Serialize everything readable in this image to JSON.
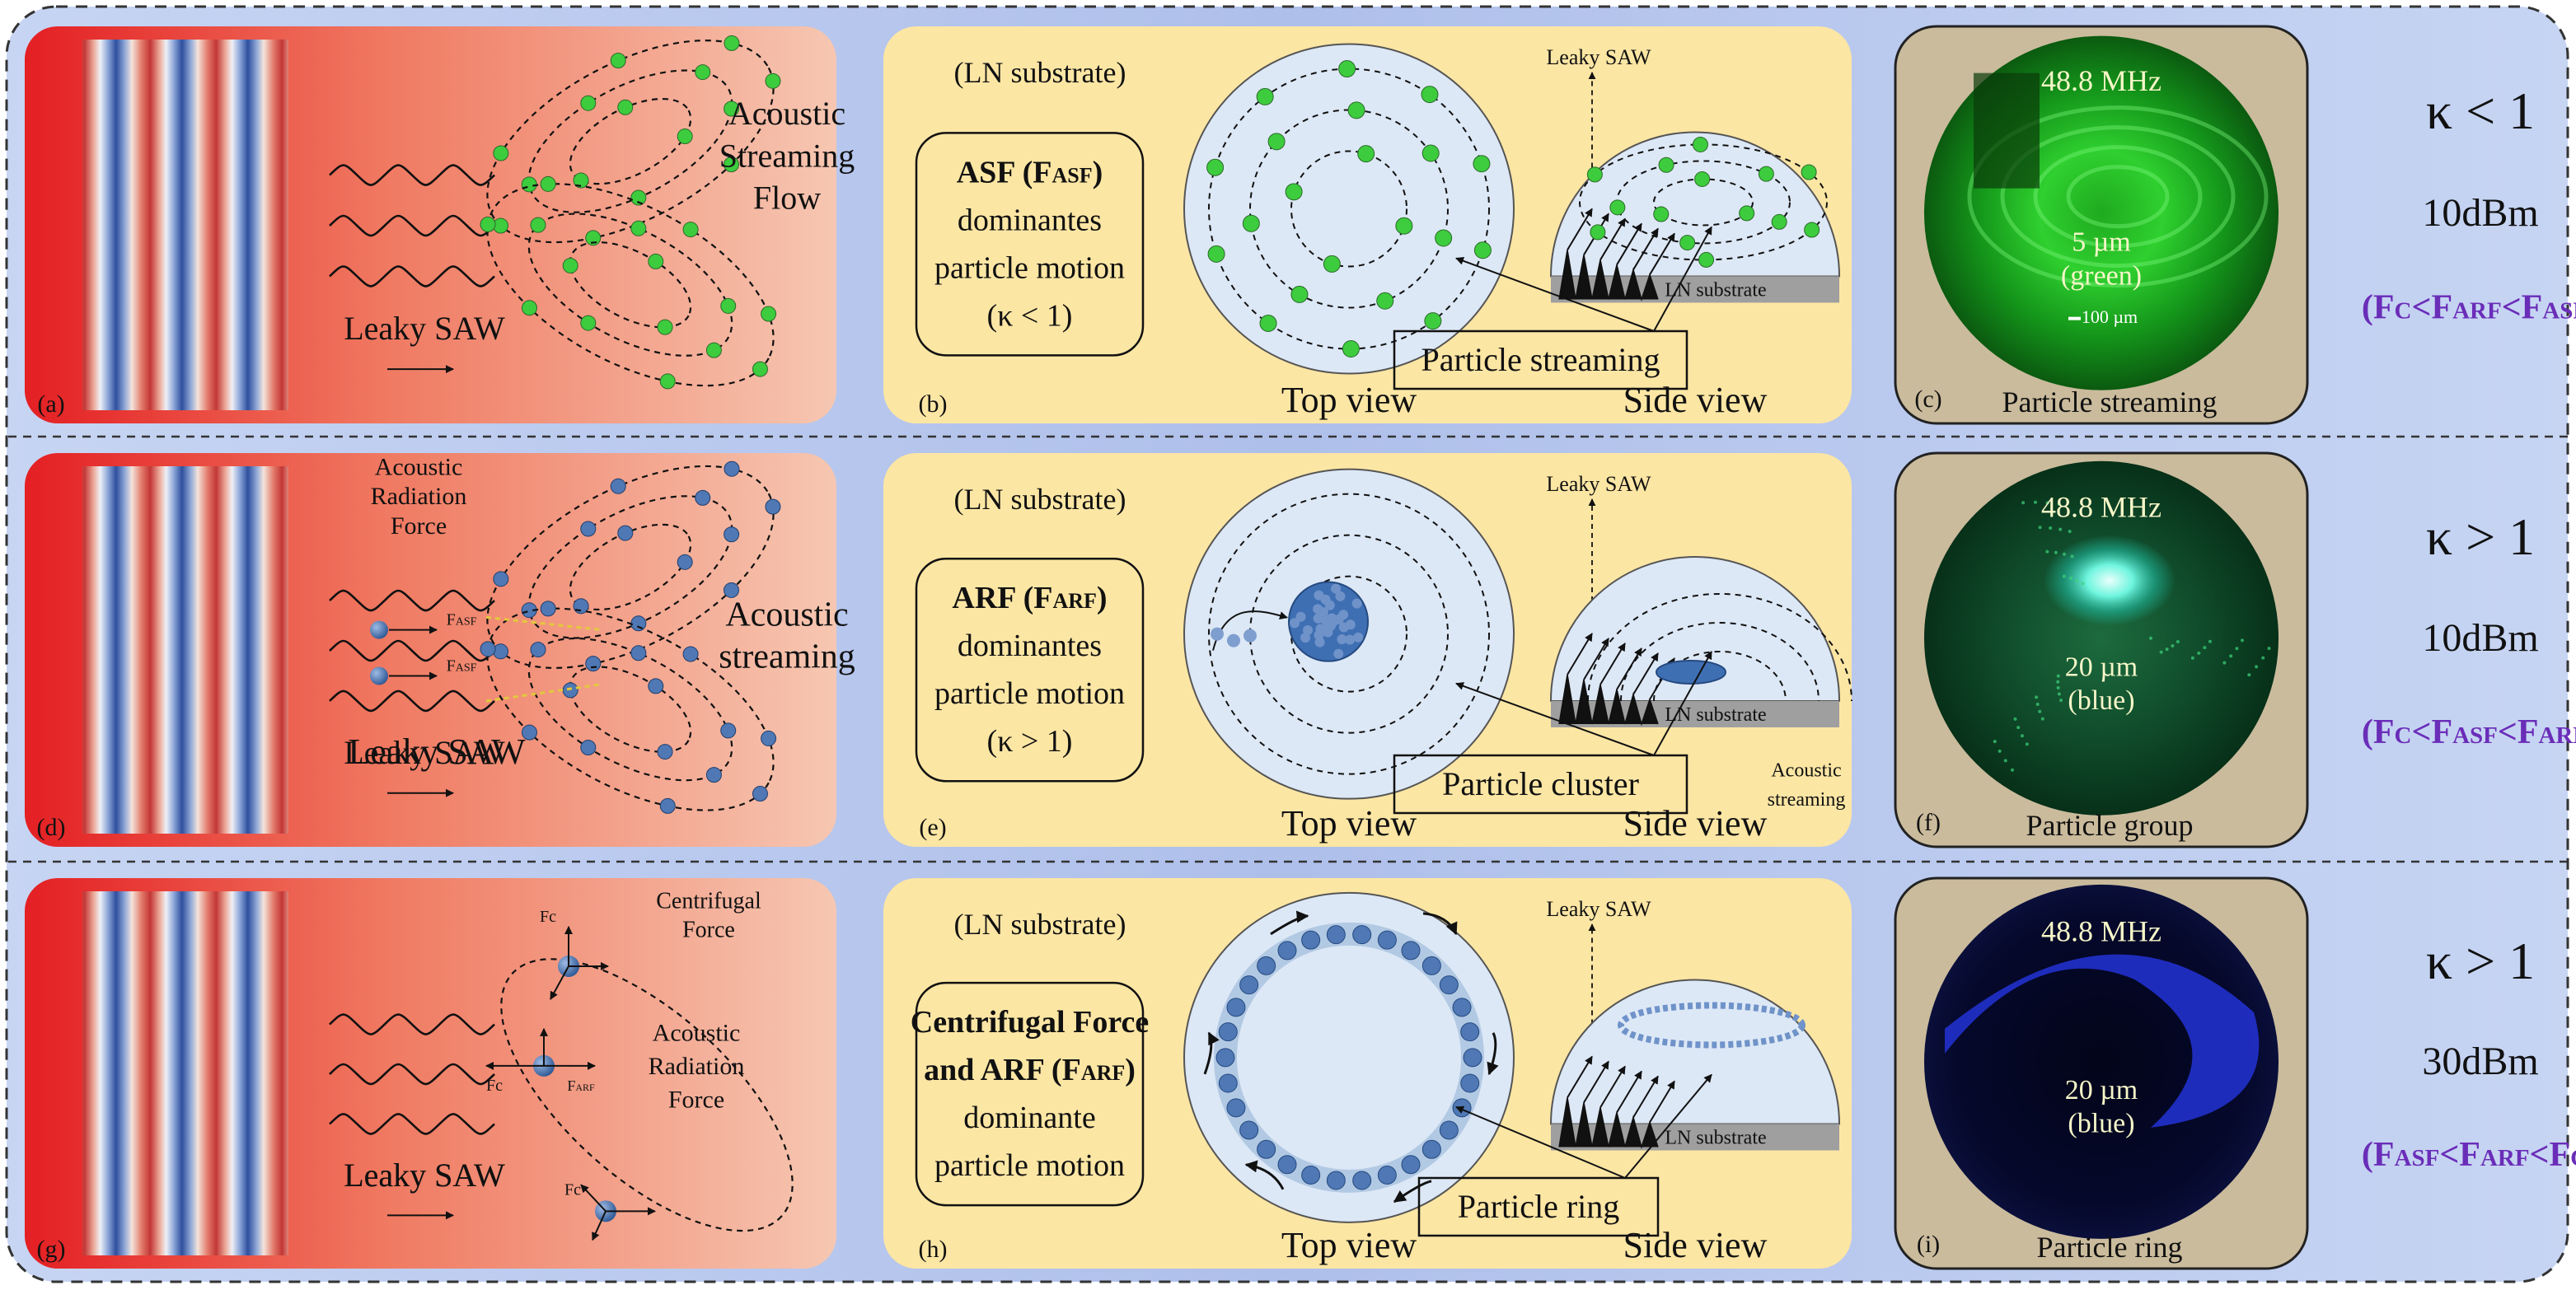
{
  "rows": [
    {
      "a": {
        "letter": "(a)",
        "labels": [
          "Acoustic",
          "Streaming",
          "Flow"
        ],
        "saw": "Leaky SAW"
      },
      "b": {
        "letter": "(b)",
        "substrate": "(LN substrate)",
        "leaky": "Leaky SAW",
        "box": [
          "ASF (FASF)",
          "dominantes",
          "particle motion",
          "(κ < 1)"
        ],
        "ln": "LN substrate",
        "callout": "Particle streaming",
        "top": "Top view",
        "side": "Side view"
      },
      "c": {
        "letter": "(c)",
        "freq": "48.8 MHz",
        "size": "5 µm",
        "color": "(green)",
        "scale": "100 µm",
        "caption": "Particle streaming"
      },
      "right": {
        "kappa": "κ < 1",
        "power": "10dBm",
        "order": "(FC<FARF<FASF)"
      }
    },
    {
      "a": {
        "letter": "(d)",
        "labels": [
          "Acoustic",
          "Radiation",
          "Force"
        ],
        "labels2": [
          "Acoustic",
          "streaming"
        ],
        "saw": "Leaky SAW",
        "f1": "FASF",
        "f2": "FASF"
      },
      "b": {
        "letter": "(e)",
        "substrate": "(LN substrate)",
        "leaky": "Leaky SAW",
        "box": [
          "ARF (FARF)",
          "dominantes",
          "particle motion",
          "(κ > 1)"
        ],
        "ln": "LN substrate",
        "callout": "Particle cluster",
        "stream": [
          "Acoustic",
          "streaming"
        ],
        "top": "Top view",
        "side": "Side view"
      },
      "c": {
        "letter": "(f)",
        "freq": "48.8 MHz",
        "size": "20 µm",
        "color": "(blue)",
        "caption": "Particle group"
      },
      "right": {
        "kappa": "κ > 1",
        "power": "10dBm",
        "order": "(FC<FASF<FARF)"
      }
    },
    {
      "a": {
        "letter": "(g)",
        "labels": [
          "Centrifugal",
          "Force"
        ],
        "labels2": [
          "Acoustic",
          "Radiation",
          "Force"
        ],
        "saw": "Leaky SAW",
        "fc": "Fc",
        "farf": "FARF"
      },
      "b": {
        "letter": "(h)",
        "substrate": "(LN substrate)",
        "leaky": "Leaky SAW",
        "box": [
          "Centrifugal Force",
          "and ARF (FARF)",
          "dominante",
          "particle motion"
        ],
        "ln": "LN substrate",
        "callout": "Particle ring",
        "top": "Top view",
        "side": "Side view"
      },
      "c": {
        "letter": "(i)",
        "freq": "48.8 MHz",
        "size": "20 µm",
        "color": "(blue)",
        "caption": "Particle ring"
      },
      "right": {
        "kappa": "κ > 1",
        "power": "30dBm",
        "order": "(FASF<FARF<FC)"
      }
    }
  ],
  "colors": {
    "panel_a_start": "#e8262a",
    "panel_a_end": "#f4c3ab",
    "panel_b": "#fce6a4",
    "panel_bg": "#b6c8ee",
    "green_particle": "#3dcc3d",
    "blue_particle": "#4f78b4",
    "order_text": "#6a2db8",
    "disc": "#dde8f6"
  }
}
